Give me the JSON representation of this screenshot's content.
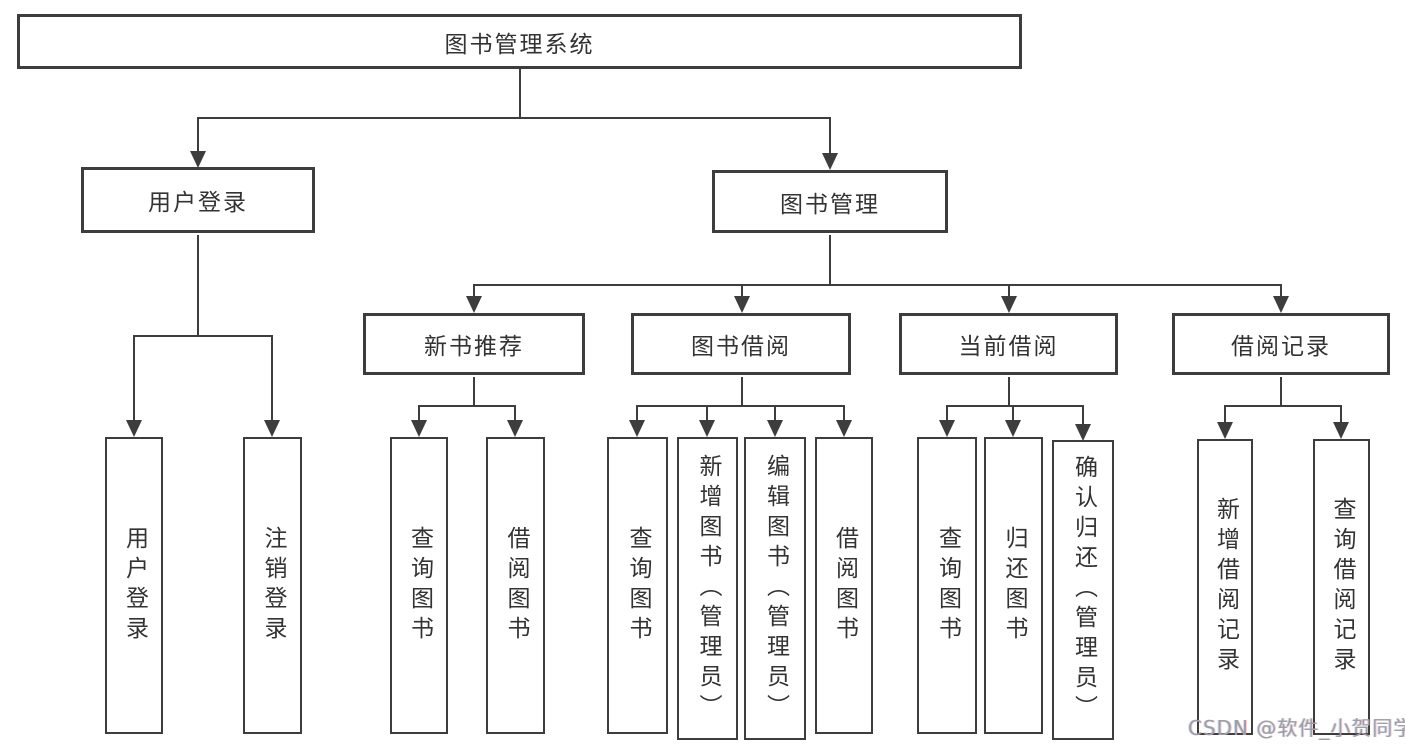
{
  "diagram": {
    "root": {
      "label": "图书管理系统"
    },
    "branches": [
      {
        "label": "用户登录",
        "children": [
          {
            "label": "用户登录"
          },
          {
            "label": "注销登录"
          }
        ]
      },
      {
        "label": "图书管理",
        "children": [
          {
            "label": "新书推荐",
            "children": [
              {
                "label": "查询图书"
              },
              {
                "label": "借阅图书"
              }
            ]
          },
          {
            "label": "图书借阅",
            "children": [
              {
                "label": "查询图书"
              },
              {
                "label": "新增图书（管理员）"
              },
              {
                "label": "编辑图书（管理员）"
              },
              {
                "label": "借阅图书"
              }
            ]
          },
          {
            "label": "当前借阅",
            "children": [
              {
                "label": "查询图书"
              },
              {
                "label": "归还图书"
              },
              {
                "label": "确认归还（管理员）"
              }
            ]
          },
          {
            "label": "借阅记录",
            "children": [
              {
                "label": "新增借阅记录"
              },
              {
                "label": "查询借阅记录"
              }
            ]
          }
        ]
      }
    ]
  },
  "watermark": {
    "text": "CSDN @软件_小贺同学"
  },
  "colors": {
    "line": "#3d3d3d",
    "text": "#333333",
    "background": "#ffffff",
    "watermark": "#9e9ea6"
  }
}
